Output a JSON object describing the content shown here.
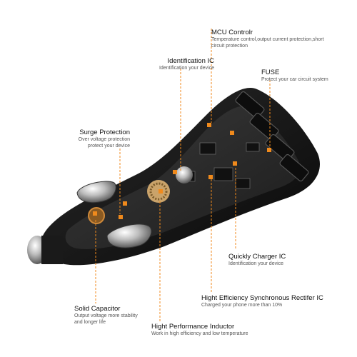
{
  "callouts": {
    "mcu": {
      "title": "MCU Controlr",
      "desc": "Temperature control,output current protection,short circuit protection"
    },
    "identification": {
      "title": "Identification IC",
      "desc": "Identification your device"
    },
    "fuse": {
      "title": "FUSE",
      "desc": "Protect your car circuit system"
    },
    "surge": {
      "title": "Surge Protection",
      "desc": "Over voltage protection protect your device"
    },
    "quick_charger": {
      "title": "Quickly Charger IC",
      "desc": "Identification your device"
    },
    "rectifier": {
      "title": "Hight Efficiency Synchronous Rectifer IC",
      "desc": "Charged your phone more than 10%"
    },
    "capacitor": {
      "title": "Solid Capacitor",
      "desc": "Output voltage more stability and longer life"
    },
    "inductor": {
      "title": "Hight Performance Inductor",
      "desc": "Work in high efficiency and low temperature"
    }
  },
  "colors": {
    "accent": "#f08a1c",
    "body": "#151515",
    "board": "#2a2a2a"
  }
}
